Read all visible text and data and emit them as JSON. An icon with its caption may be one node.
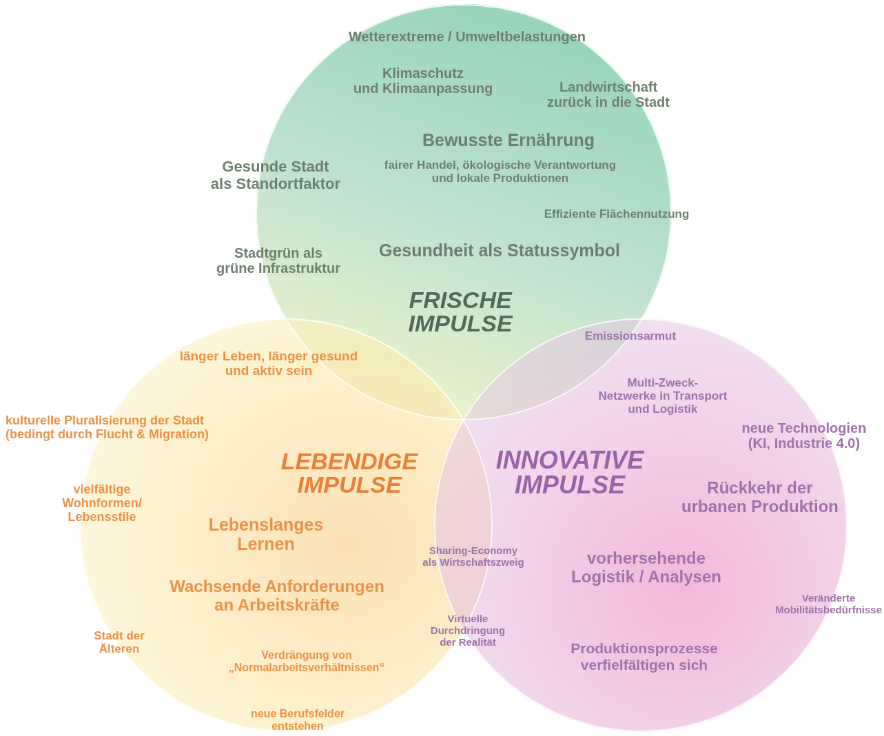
{
  "diagram": {
    "nodes": [
      {
        "text": [
          "FRISCHE IMPULSE"
        ]
      },
      {
        "text": [
          "LEBENDIGE IMPULSE"
        ]
      },
      {
        "text": [
          "INNOVATIVE IMPULSE"
        ]
      }
    ],
    "labels": [
      "Wetterextreme / Umweltbelastungen",
      "Klimaschutz und Klimaanpassung",
      "Landwirtschaft zurück in die Stadt",
      "Bewusste Ernährung",
      "fairer Handel, ökologische Verantwortung und lokale Produktionen",
      "Gesunde Stadt als Standortfaktor",
      "Effiziente Flächennutzung",
      "Stadtgrün als grüne Infrastruktur",
      "Gesundheit als Statussymbol",
      "länger Leben, länger gesund und aktiv sein",
      "kulturelle Pluralisierung der Stadt (bedingt durch Flucht & Migration)",
      "vielfältige Wohnformen/ Lebensstile",
      "Lebenslanges Lernen",
      "Wachsende Anforderungen an Arbeitskräfte",
      "Stadt der Älteren",
      "Verdrängung von „Normalarbeitsverhältnissen“",
      "neue Berufsfelder entstehen",
      "Emissionsarmut",
      "Multi-Zweck- Netzwerke in Transport und Logistik",
      "neue Technologien (KI, Industrie 4.0)",
      "Rückkehr der urbanen Produktion",
      "Sharing-Economy als Wirtschaftszweig",
      "vorhersehende Logistik / Analysen",
      "Veränderte Mobilitätsbedürfnisse",
      "Virtuelle Durchdringung der Realität",
      "Produktionsprozesse verfielfältigen sich"
    ]
  }
}
